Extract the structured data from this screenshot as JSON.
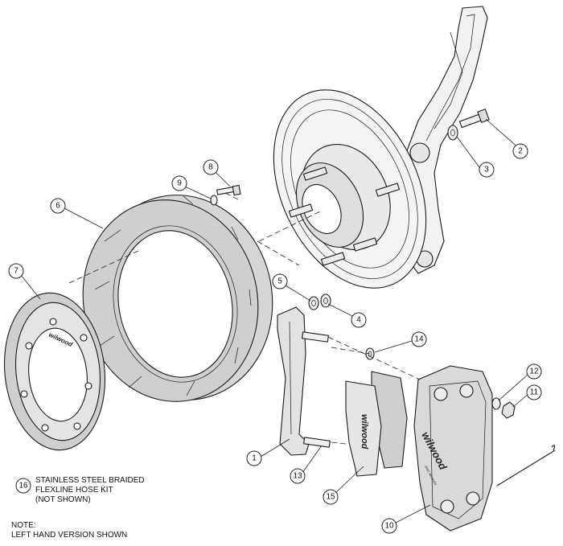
{
  "callouts": [
    {
      "id": "1",
      "label": "1"
    },
    {
      "id": "2",
      "label": "2"
    },
    {
      "id": "3",
      "label": "3"
    },
    {
      "id": "4",
      "label": "4"
    },
    {
      "id": "5",
      "label": "5"
    },
    {
      "id": "6",
      "label": "6"
    },
    {
      "id": "7",
      "label": "7"
    },
    {
      "id": "8",
      "label": "8"
    },
    {
      "id": "9",
      "label": "9"
    },
    {
      "id": "10",
      "label": "10"
    },
    {
      "id": "11",
      "label": "11"
    },
    {
      "id": "12",
      "label": "12"
    },
    {
      "id": "13",
      "label": "13"
    },
    {
      "id": "14",
      "label": "14"
    },
    {
      "id": "15",
      "label": "15"
    },
    {
      "id": "16",
      "label": "16"
    }
  ],
  "hose_kit_note": {
    "line1": "STAINLESS STEEL BRAIDED",
    "line2": "FLEXLINE HOSE KIT",
    "line3": "(NOT SHOWN)"
  },
  "footer_note": {
    "line1": "NOTE:",
    "line2": "LEFT HAND VERSION SHOWN"
  },
  "brand_marks": {
    "hat_logo": "wilwood",
    "pad_logo": "wilwood",
    "caliper_logo": "wilwood",
    "caliper_sublogo": "DISC BRAKES"
  }
}
